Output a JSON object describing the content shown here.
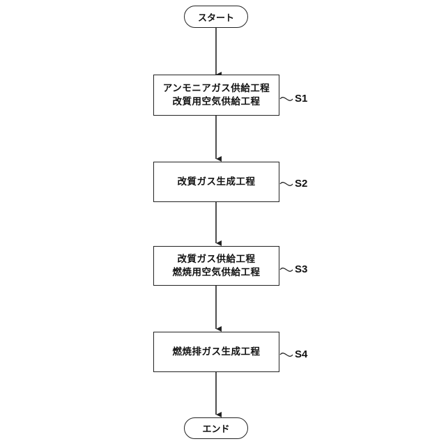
{
  "flowchart": {
    "start": "スタート",
    "end": "エンド",
    "steps": [
      {
        "id": "S1",
        "lines": [
          "アンモニアガス供給工程",
          "改質用空気供給工程"
        ]
      },
      {
        "id": "S2",
        "lines": [
          "改質ガス生成工程"
        ]
      },
      {
        "id": "S3",
        "lines": [
          "改質ガス供給工程",
          "燃焼用空気供給工程"
        ]
      },
      {
        "id": "S4",
        "lines": [
          "燃焼排ガス生成工程"
        ]
      }
    ]
  }
}
